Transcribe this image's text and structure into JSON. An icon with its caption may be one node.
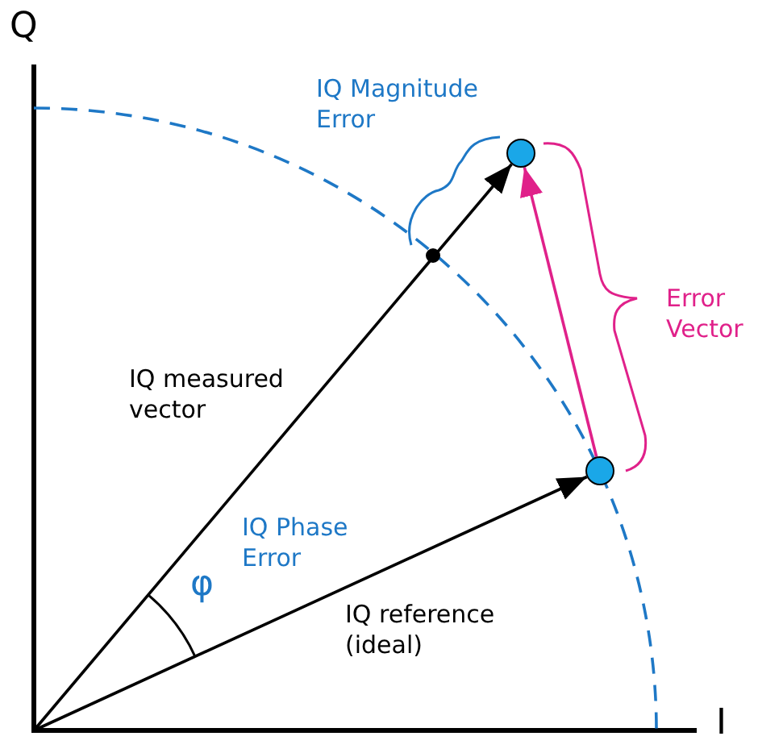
{
  "diagram": {
    "nodes": [
      {
        "text": [],
        "shape": "circle"
      },
      {
        "text": [],
        "shape": "circle"
      },
      {
        "text": [],
        "shape": "circle"
      }
    ],
    "edges": [
      {
        "from": null,
        "to": 0,
        "arrow": "to"
      },
      {
        "from": null,
        "to": 2,
        "arrow": "to"
      },
      {
        "from": 2,
        "to": 0,
        "arrow": "to",
        "color": "#e0218a"
      }
    ],
    "labels": [
      "Q",
      "IQ Magnitude Error",
      "Error Vector",
      "IQ measured vector",
      "IQ Phase Error",
      "φ",
      "IQ reference (ideal)",
      "I"
    ]
  }
}
